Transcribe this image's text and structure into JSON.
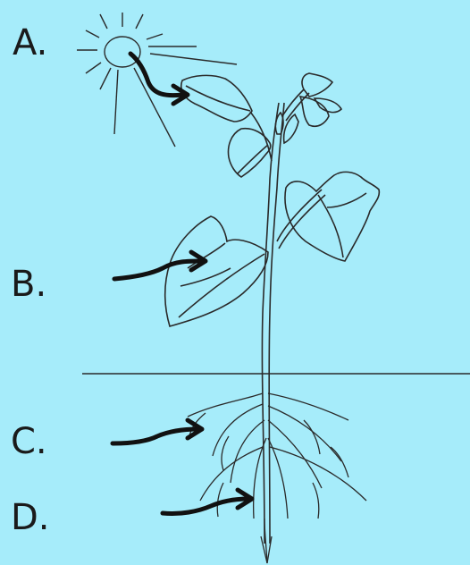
{
  "labels": {
    "a": "A.",
    "b": "B.",
    "c": "C.",
    "d": "D."
  },
  "colors": {
    "background": "#a6ecfa",
    "ink": "#1a1a1a"
  }
}
